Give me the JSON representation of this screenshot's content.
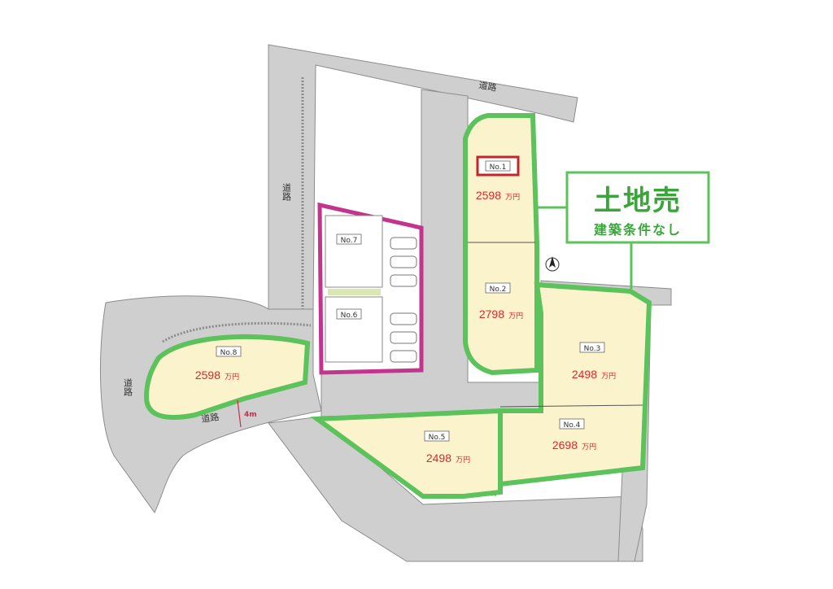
{
  "banner": {
    "title": "土地売",
    "subtitle": "建築条件なし"
  },
  "roads": {
    "label_top": "道路",
    "label_left_top": "道路",
    "label_left_bottom": "道路",
    "label_bottom": "道路"
  },
  "road_width": "4m",
  "price_unit": "万円",
  "lots": [
    {
      "id": "No.1",
      "price": "2598",
      "selected": true
    },
    {
      "id": "No.2",
      "price": "2798"
    },
    {
      "id": "No.3",
      "price": "2498"
    },
    {
      "id": "No.4",
      "price": "2698"
    },
    {
      "id": "No.5",
      "price": "2498"
    },
    {
      "id": "No.6",
      "price": ""
    },
    {
      "id": "No.7",
      "price": ""
    },
    {
      "id": "No.8",
      "price": "2598"
    }
  ],
  "colors": {
    "lot_fill": "#fbf3cc",
    "lot_border": "#5cc25c",
    "road": "#cfcfcf",
    "built_border": "#c2348e",
    "price": "#e0262a",
    "banner": "#3aa63a",
    "selected": "#c0262a"
  }
}
